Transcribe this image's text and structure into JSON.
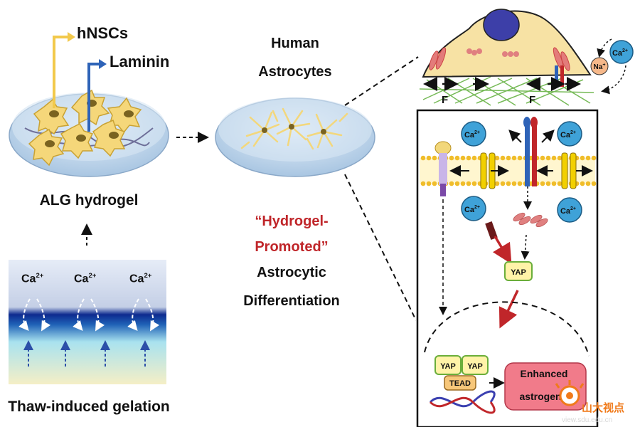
{
  "labels": {
    "hnscs": "hNSCs",
    "laminin": "Laminin",
    "alg_hydrogel": "ALG hydrogel",
    "human": "Human",
    "astrocytes": "Astrocytes",
    "hydrogel_line1": "“Hydrogel-",
    "hydrogel_line2": "Promoted”",
    "astrocytic": "Astrocytic",
    "differentiation": "Differentiation",
    "thaw": "Thaw-induced gelation"
  },
  "ions": {
    "ca": "Ca",
    "ca_charge": "2+",
    "na": "Na",
    "na_charge": "+"
  },
  "force_label": "F",
  "yap": "YAP",
  "tead": "TEAD",
  "enhanced_line1": "Enhanced",
  "enhanced_line2": "astrogen",
  "watermark_cn": "山大视点",
  "watermark_url": "view.sdu.edu.cn",
  "colors": {
    "hydrogel_fill": "#c9dcee",
    "cell_fill": "#f5d77a",
    "cell_stroke": "#c9a233",
    "nucleus": "#7a6320",
    "ion_fill": "#3fa2d8",
    "red_text": "#c0262a",
    "yap_fill": "#fff3a8",
    "enhanced_fill": "#f17b8a"
  }
}
